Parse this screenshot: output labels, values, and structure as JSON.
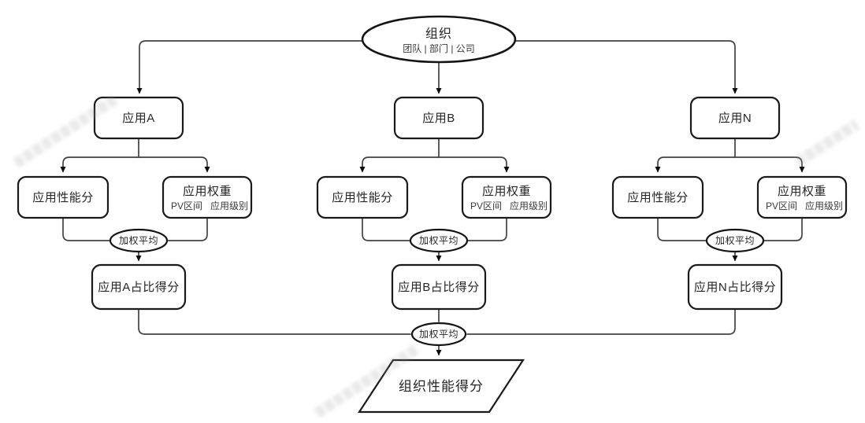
{
  "org": {
    "title": "组织",
    "subtitle": "团队 | 部门 | 公司"
  },
  "branches": [
    {
      "app": "应用A",
      "perf": "应用性能分",
      "weight": "应用权重",
      "weight_sub_left": "PV区间",
      "weight_sub_right": "应用级别",
      "merge": "加权平均",
      "score": "应用A占比得分"
    },
    {
      "app": "应用B",
      "perf": "应用性能分",
      "weight": "应用权重",
      "weight_sub_left": "PV区间",
      "weight_sub_right": "应用级别",
      "merge": "加权平均",
      "score": "应用B占比得分"
    },
    {
      "app": "应用N",
      "perf": "应用性能分",
      "weight": "应用权重",
      "weight_sub_left": "PV区间",
      "weight_sub_right": "应用级别",
      "merge": "加权平均",
      "score": "应用N占比得分"
    }
  ],
  "final": {
    "merge": "加权平均",
    "result": "组织性能得分"
  },
  "colors": {
    "box_border": "#1a1a1a",
    "connector": "#434343",
    "text": "#262626",
    "background": "#ffffff"
  }
}
